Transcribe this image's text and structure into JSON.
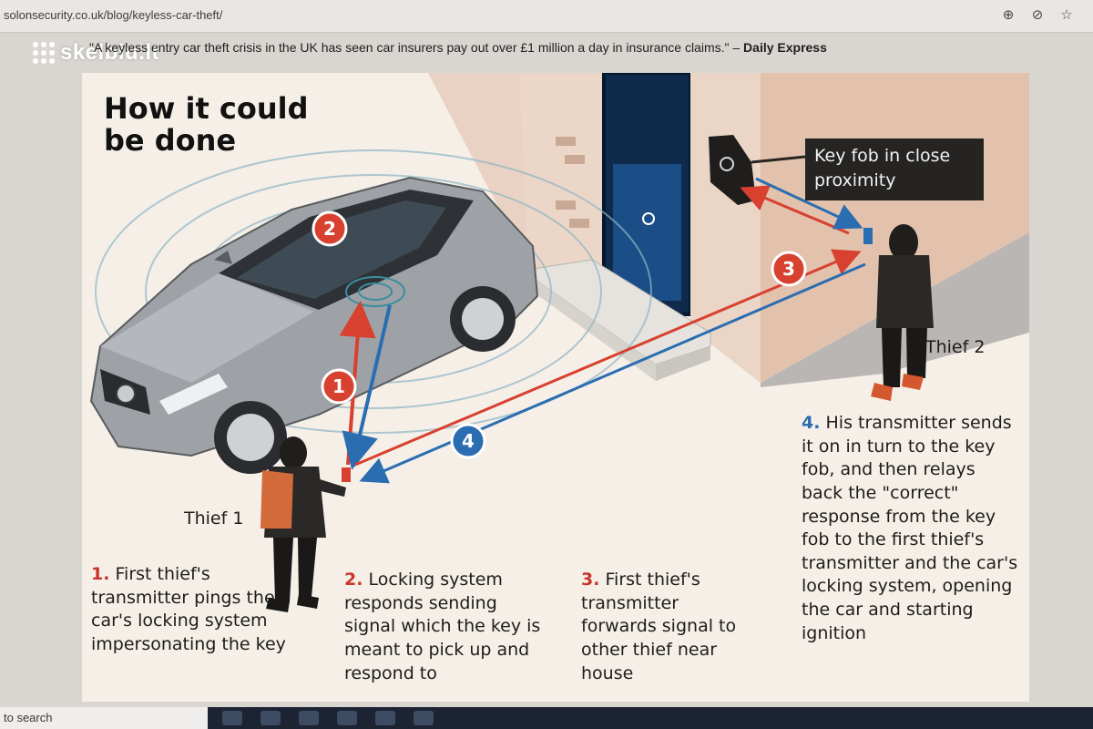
{
  "browser": {
    "url": "solonsecurity.co.uk/blog/keyless-car-theft/",
    "icons": [
      "zoom-icon",
      "hide-icon",
      "star-icon"
    ]
  },
  "watermark": {
    "text": "skelbiu.lt"
  },
  "quote": {
    "text": "\"A keyless entry car theft crisis in the UK has seen car insurers pay out over £1 million a day in insurance claims.\" –",
    "source": "Daily Express"
  },
  "infographic": {
    "title": "How it could be done",
    "callout": "Key fob in close proximity",
    "thief1": "Thief 1",
    "thief2": "Thief 2",
    "markers": [
      "1",
      "2",
      "3",
      "4"
    ],
    "steps": [
      {
        "num": "1.",
        "text": "First thief's transmitter pings the car's locking system impersonating the key"
      },
      {
        "num": "2.",
        "text": "Locking system responds sending signal which the key is meant to pick up and respond to"
      },
      {
        "num": "3.",
        "text": "First thief's transmitter forwards signal to other thief near house"
      },
      {
        "num": "4.",
        "text": "His transmitter sends it on in turn to the key fob, and then relays back the \"correct\" response from the key fob to the first thief's transmitter and the car's locking system, opening the car and starting ignition"
      }
    ],
    "colors": {
      "red": "#d8402f",
      "blue": "#2a6db0",
      "door": "#0f2a4a"
    }
  },
  "taskbar": {
    "search_placeholder": "to search"
  }
}
